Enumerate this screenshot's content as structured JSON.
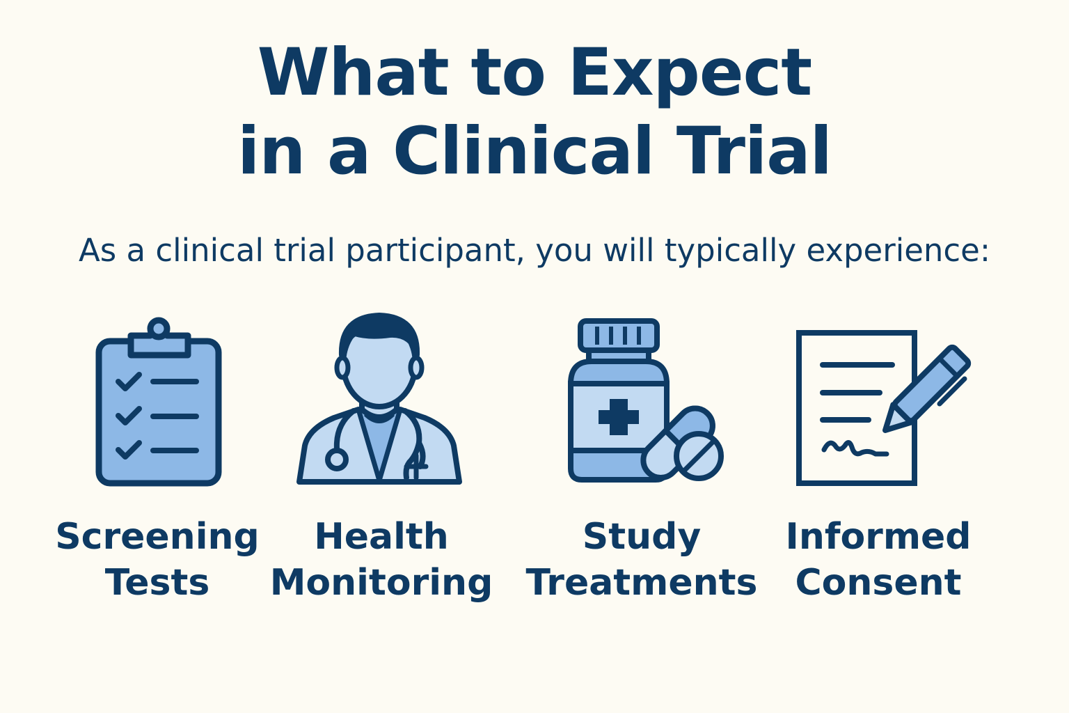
{
  "header": {
    "title_line1": "What to Expect",
    "title_line2": "in a Clinical Trial",
    "subtitle": "As a clinical trial participant, you will typically experience:"
  },
  "items": [
    {
      "icon": "clipboard-checklist-icon",
      "label_line1": "Screening",
      "label_line2": "Tests"
    },
    {
      "icon": "doctor-icon",
      "label_line1": "Health",
      "label_line2": "Monitoring"
    },
    {
      "icon": "medicine-bottle-pills-icon",
      "label_line1": "Study",
      "label_line2": "Treatments"
    },
    {
      "icon": "document-pen-icon",
      "label_line1": "Informed",
      "label_line2": "Consent"
    }
  ],
  "colors": {
    "background": "#fdfbf3",
    "primary": "#0e3a63",
    "icon_fill": "#8db8e6",
    "icon_fill_light": "#c2daf2"
  }
}
